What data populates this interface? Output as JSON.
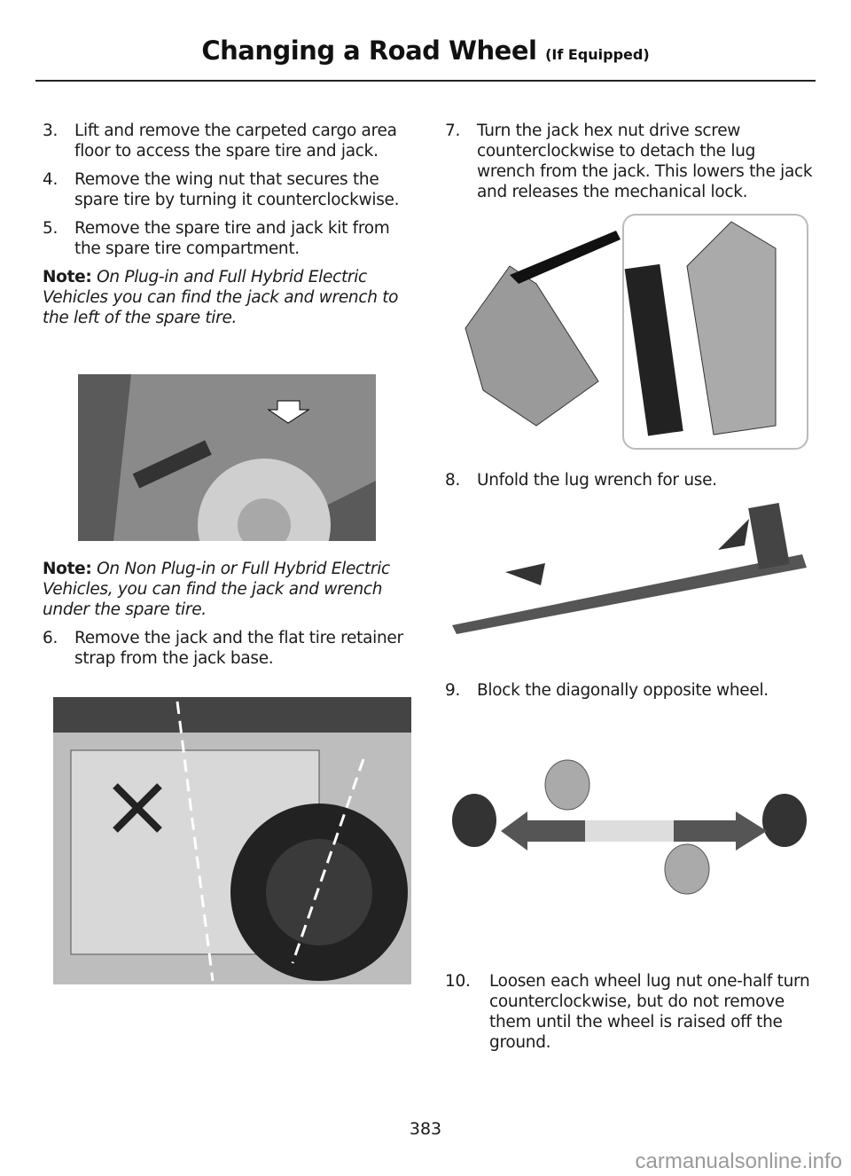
{
  "header": {
    "title": "Changing a Road Wheel",
    "qualifier": "(If Equipped)"
  },
  "left": {
    "steps": [
      {
        "num": "3.",
        "text": "Lift and remove the carpeted cargo area floor to access the spare tire and jack."
      },
      {
        "num": "4.",
        "text": "Remove the wing nut that secures the spare tire by turning it counterclockwise."
      },
      {
        "num": "5.",
        "text": "Remove the spare tire and jack kit from the spare tire compartment."
      }
    ],
    "note1": {
      "label": "Note:",
      "text": "On Plug-in and Full Hybrid Electric Vehicles you can find the jack and wrench to the left of the spare tire."
    },
    "note2": {
      "label": "Note:",
      "text": "On Non Plug-in or Full Hybrid Electric Vehicles, you can find the jack and wrench under the spare tire."
    },
    "step6": {
      "num": "6.",
      "text": "Remove the jack and the flat tire retainer strap from the jack base."
    }
  },
  "right": {
    "step7": {
      "num": "7.",
      "text": "Turn the jack hex nut drive screw counterclockwise to detach the lug wrench from the jack. This lowers the jack and releases the mechanical lock."
    },
    "step8": {
      "num": "8.",
      "text": "Unfold the lug wrench for use."
    },
    "step9": {
      "num": "9.",
      "text": "Block the diagonally opposite wheel."
    },
    "step10": {
      "num": "10.",
      "text": "Loosen each wheel lug nut one-half turn counterclockwise, but do not remove them until the wheel is raised off the ground."
    }
  },
  "footer": {
    "page": "383",
    "watermark": "carmanualsonline.info"
  }
}
